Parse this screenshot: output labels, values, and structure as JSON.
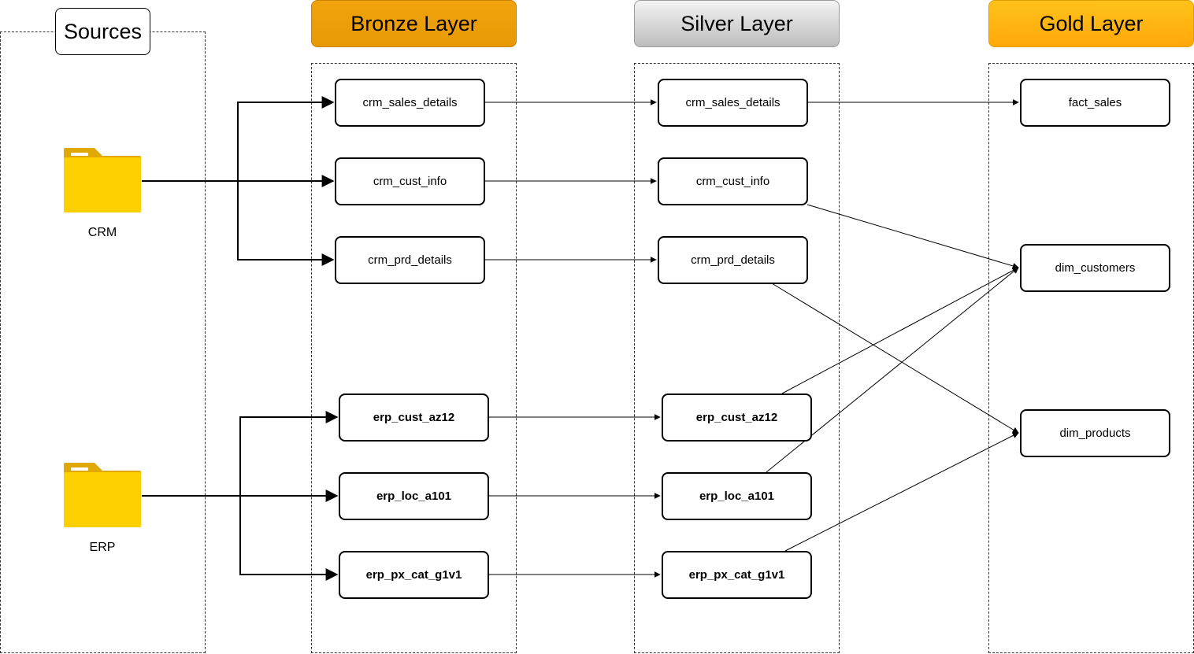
{
  "headers": {
    "sources": "Sources",
    "bronze": "Bronze Layer",
    "silver": "Silver Layer",
    "gold": "Gold Layer"
  },
  "sources": {
    "crm": "CRM",
    "erp": "ERP"
  },
  "bronze": {
    "crm_sales_details": "crm_sales_details",
    "crm_cust_info": "crm_cust_info",
    "crm_prd_details": "crm_prd_details",
    "erp_cust_az12": "erp_cust_az12",
    "erp_loc_a101": "erp_loc_a101",
    "erp_px_cat_g1v1": "erp_px_cat_g1v1"
  },
  "silver": {
    "crm_sales_details": "crm_sales_details",
    "crm_cust_info": "crm_cust_info",
    "crm_prd_details": "crm_prd_details",
    "erp_cust_az12": "erp_cust_az12",
    "erp_loc_a101": "erp_loc_a101",
    "erp_px_cat_g1v1": "erp_px_cat_g1v1"
  },
  "gold": {
    "fact_sales": "fact_sales",
    "dim_customers": "dim_customers",
    "dim_products": "dim_products"
  },
  "icons": {
    "crm": "folder-icon",
    "erp": "folder-icon"
  },
  "colors": {
    "bronze": "#f0a30c",
    "silver": "#d0d0d0",
    "gold": "#ffb412",
    "folder": "#ffd000"
  }
}
